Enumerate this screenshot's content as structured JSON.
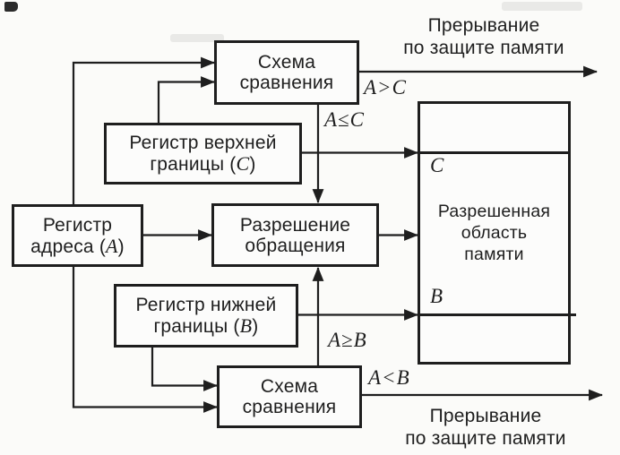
{
  "colors": {
    "ink": "#1e1e1e",
    "paper": "#fbfbf9"
  },
  "boxes": {
    "top_compare": {
      "line1": "Схема",
      "line2": "сравнения"
    },
    "upper_register": {
      "line1": "Регистр верхней",
      "line2_pre": "границы (",
      "var": "C",
      "line2_post": ")"
    },
    "address_register": {
      "line1": "Регистр",
      "line2_pre": "адреса (",
      "var": "A",
      "line2_post": ")"
    },
    "permission": {
      "line1": "Разрешение",
      "line2": "обращения"
    },
    "lower_register": {
      "line1": "Регистр нижней",
      "line2_pre": "границы (",
      "var": "B",
      "line2_post": ")"
    },
    "bottom_compare": {
      "line1": "Схема",
      "line2": "сравнения"
    }
  },
  "memory": {
    "upper_bound_label": "C",
    "lower_bound_label": "B",
    "region_lines": [
      "Разрешенная",
      "область",
      "памяти"
    ]
  },
  "conditions": {
    "a_gt_c": "A>C",
    "a_le_c": "A≤C",
    "a_ge_b": "A≥B",
    "a_lt_b": "A<B"
  },
  "interrupts": {
    "top": {
      "line1": "Прерывание",
      "line2": "по защите памяти"
    },
    "bottom": {
      "line1": "Прерывание",
      "line2": "по защите памяти"
    }
  }
}
